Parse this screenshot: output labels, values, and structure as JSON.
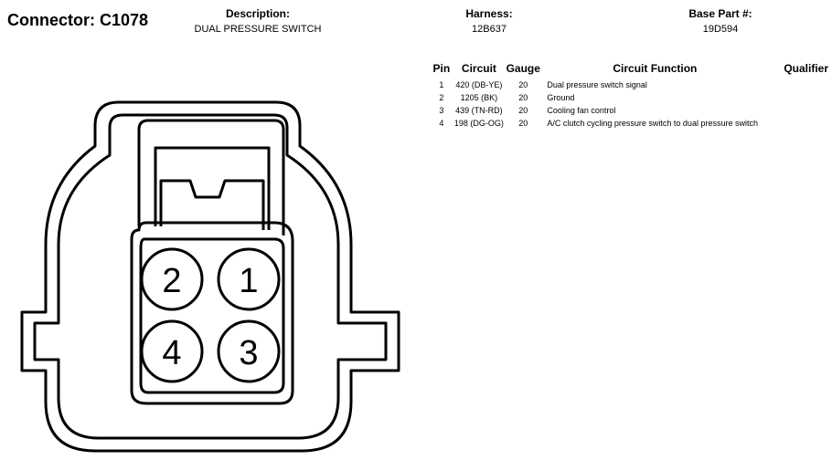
{
  "connector": {
    "label": "Connector: C1078"
  },
  "description": {
    "label": "Description:",
    "value": "DUAL PRESSURE SWITCH"
  },
  "harness": {
    "label": "Harness:",
    "value": "12B637"
  },
  "base_part": {
    "label": "Base Part #:",
    "value": "19D594"
  },
  "table": {
    "headers": {
      "pin": "Pin",
      "circuit": "Circuit",
      "gauge": "Gauge",
      "function": "Circuit Function",
      "qualifier": "Qualifier"
    },
    "rows": [
      {
        "pin": "1",
        "circuit": "420 (DB-YE)",
        "gauge": "20",
        "function": "Dual pressure switch signal"
      },
      {
        "pin": "2",
        "circuit": "1205 (BK)",
        "gauge": "20",
        "function": "Ground"
      },
      {
        "pin": "3",
        "circuit": "439 (TN-RD)",
        "gauge": "20",
        "function": "Cooling fan control"
      },
      {
        "pin": "4",
        "circuit": "198 (DG-OG)",
        "gauge": "20",
        "function": "A/C clutch cycling pressure switch to dual pressure switch"
      }
    ]
  },
  "diagram": {
    "pin_labels": [
      "2",
      "1",
      "4",
      "3"
    ]
  }
}
